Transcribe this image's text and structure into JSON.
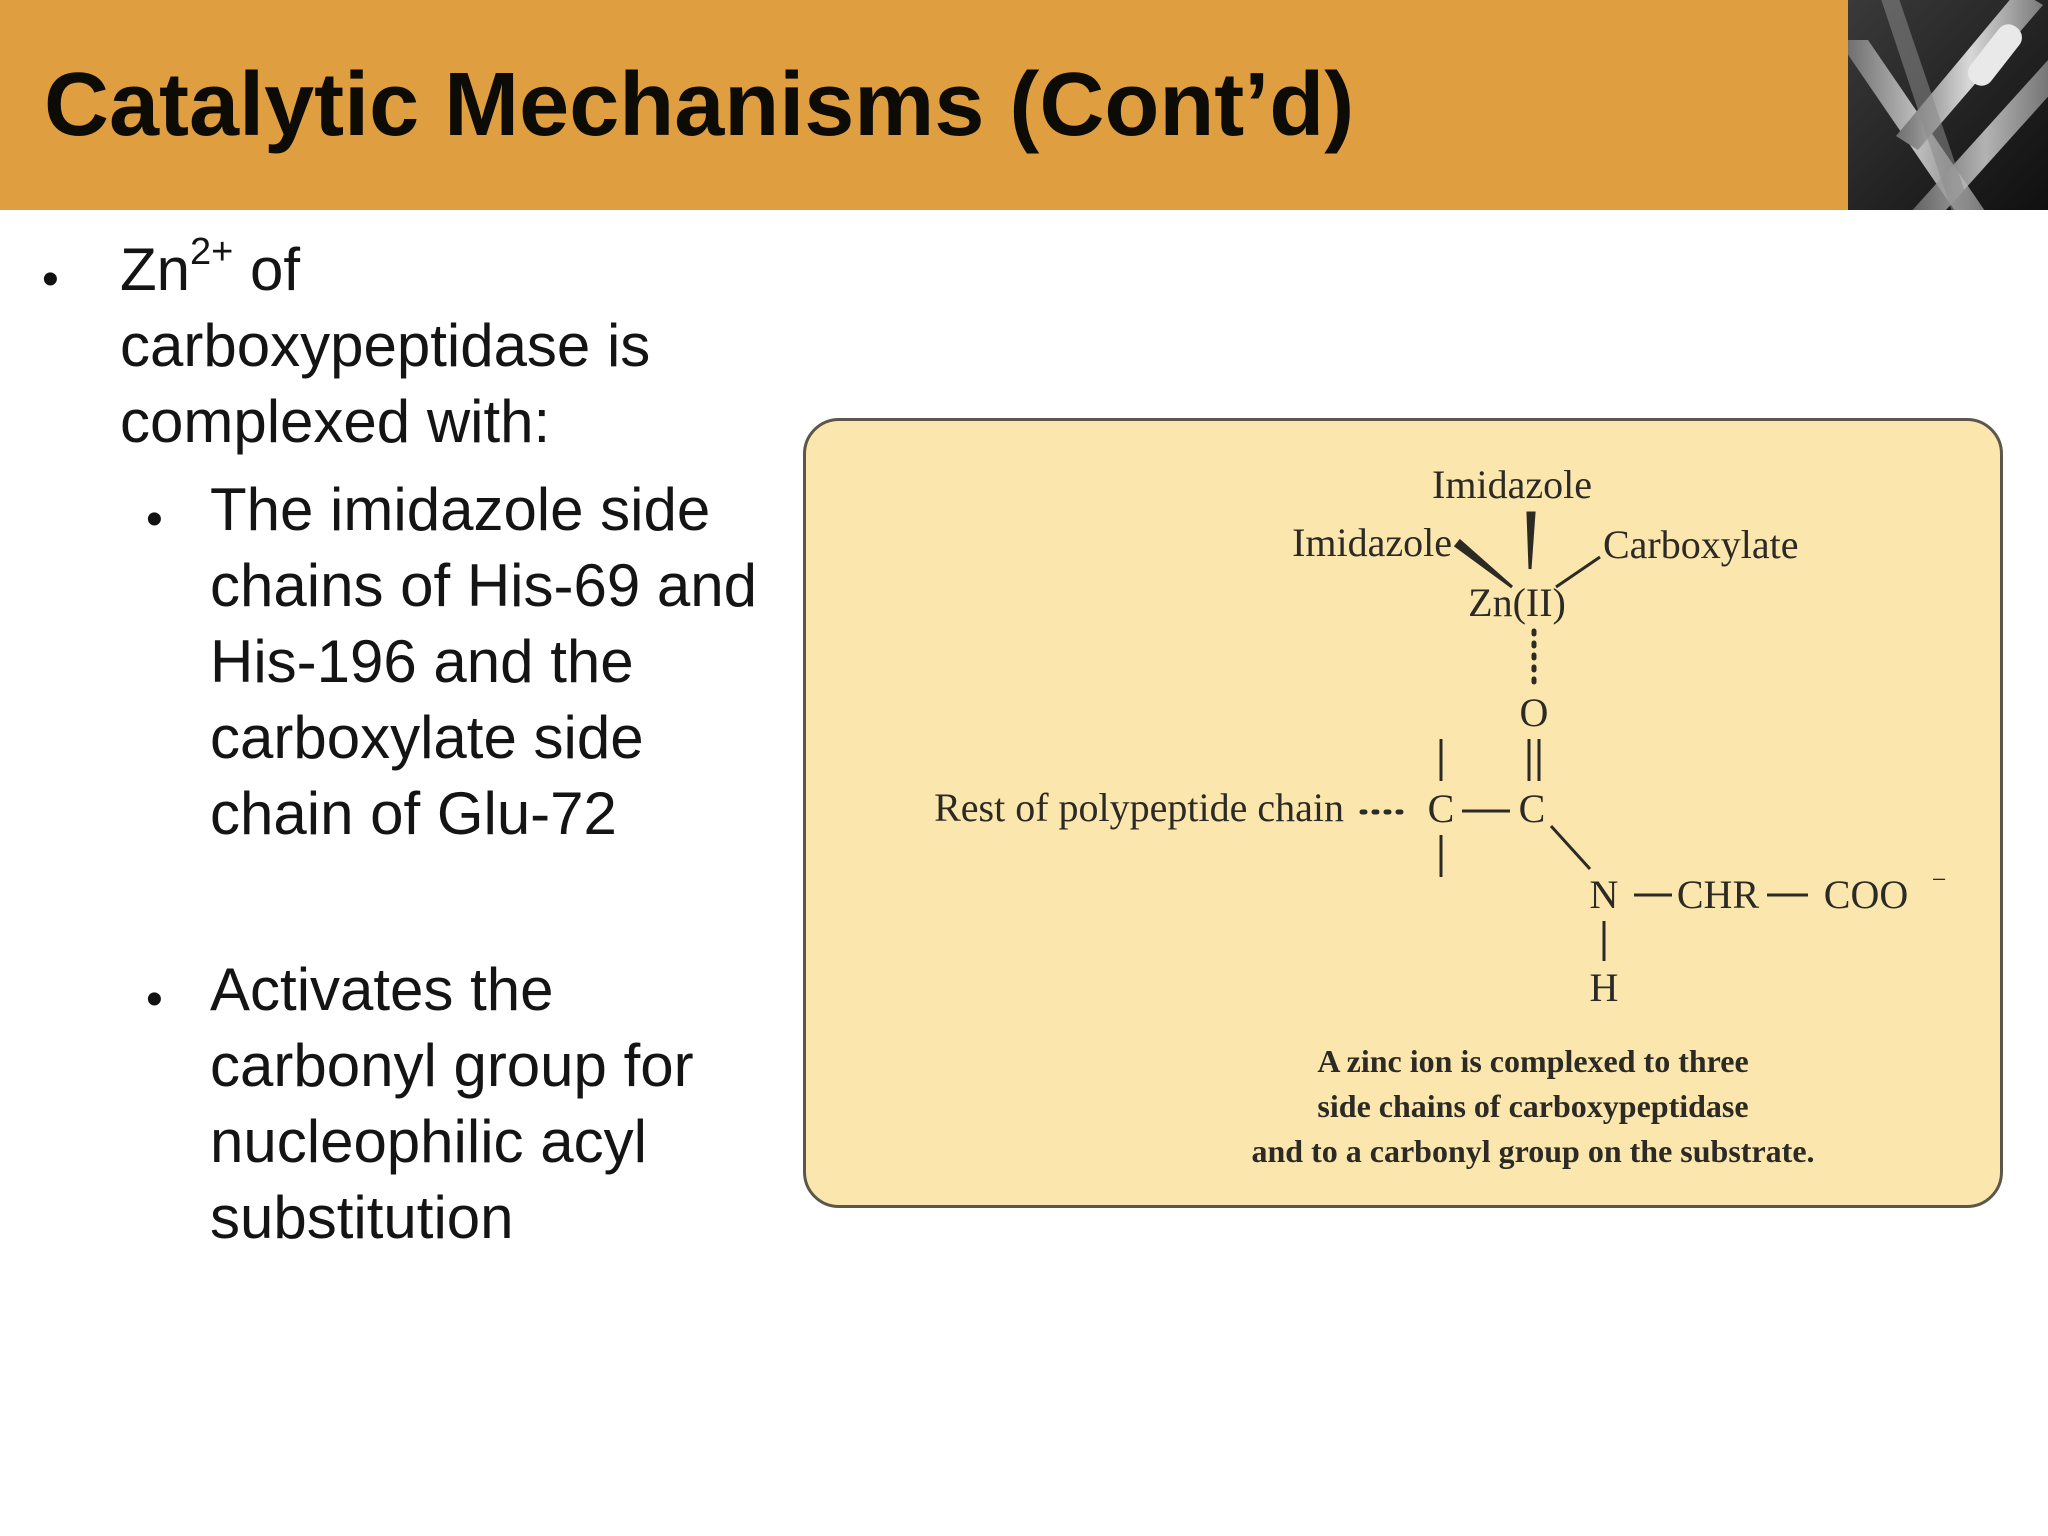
{
  "slide": {
    "title": "Catalytic Mechanisms (Cont’d)",
    "bullet_symbol": "•",
    "bullet_main": {
      "line1_prefix": "Zn",
      "line1_sup": "2+",
      "line1_suffix": " of",
      "line2": "carboxypeptidase is",
      "line3": "complexed with:"
    },
    "sub_bullet_1": [
      "The imidazole side",
      "chains of His-69 and",
      "His-196 and the",
      "carboxylate side",
      "chain of Glu-72"
    ],
    "sub_bullet_2": [
      "Activates the",
      "carbonyl group for",
      "nucleophilic acyl",
      "substitution"
    ]
  },
  "figure": {
    "labels": {
      "imidazole_top": "Imidazole",
      "imidazole_left": "Imidazole",
      "carboxylate": "Carboxylate",
      "zn": "Zn(II)",
      "oxygen": "O",
      "alpha_carbon": "C",
      "carbonyl_carbon": "C",
      "nitrogen": "N",
      "hydrogen": "H",
      "chr": "CHR",
      "coo": "COO",
      "coo_charge": "−",
      "rest_of_chain": "Rest of polypeptide chain"
    },
    "caption": [
      "A zinc ion is complexed to three",
      "side chains of carboxypeptidase",
      "and to a carbonyl group on the substrate."
    ]
  },
  "colors": {
    "header_bar": "#df9f40",
    "figure_background": "#fbe6ad",
    "figure_border": "#5c574a",
    "title_text": "#0d0b06"
  }
}
